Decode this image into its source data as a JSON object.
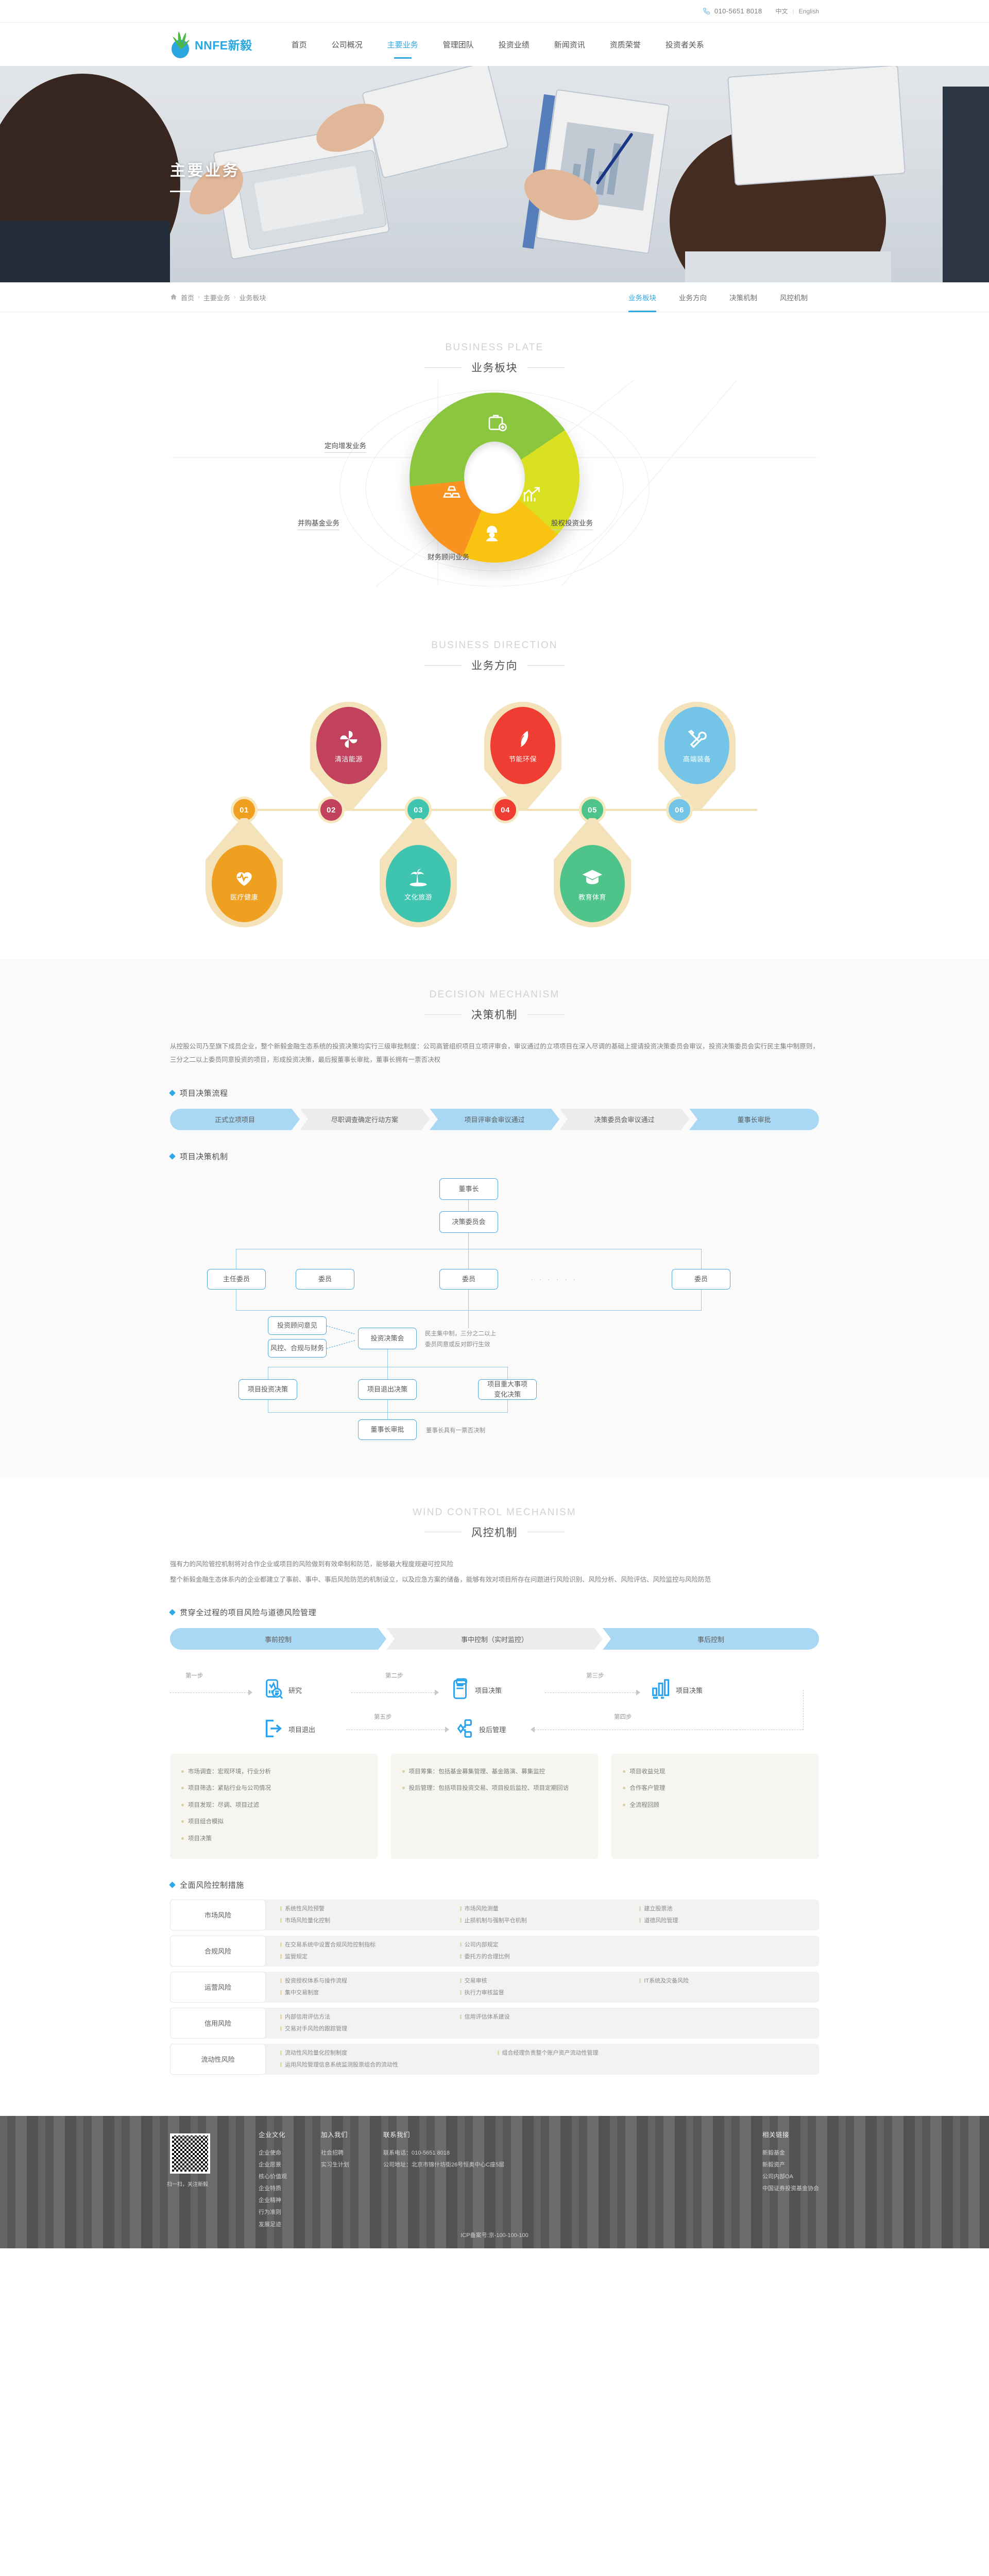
{
  "topbar": {
    "phone_icon": "phone-icon",
    "phone": "010-5651 8018",
    "lang_cn": "中文",
    "lang_sep": "|",
    "lang_en": "English"
  },
  "brand": {
    "logo_text": "NNFE新毅"
  },
  "nav": {
    "items": [
      {
        "label": "首页",
        "active": false
      },
      {
        "label": "公司概况",
        "active": false
      },
      {
        "label": "主要业务",
        "active": true
      },
      {
        "label": "管理团队",
        "active": false
      },
      {
        "label": "投资业绩",
        "active": false
      },
      {
        "label": "新闻资讯",
        "active": false
      },
      {
        "label": "资质荣誉",
        "active": false
      },
      {
        "label": "投资者关系",
        "active": false
      }
    ]
  },
  "hero": {
    "title": "主要业务"
  },
  "breadcrumb": {
    "home_icon": "home-icon",
    "items": [
      "首页",
      "主要业务",
      "业务板块"
    ],
    "sep": "›"
  },
  "subtabs": [
    {
      "label": "业务板块",
      "active": true
    },
    {
      "label": "业务方向",
      "active": false
    },
    {
      "label": "决策机制",
      "active": false
    },
    {
      "label": "风控机制",
      "active": false
    }
  ],
  "plate": {
    "en": "BUSINESS PLATE",
    "cn": "业务板块",
    "segments": [
      {
        "label": "定向增发业务",
        "color": "#8cc63f",
        "icon": "briefcase-plus-icon"
      },
      {
        "label": "股权投资业务",
        "color": "#d9e021",
        "icon": "bar-chart-growth-icon"
      },
      {
        "label": "财务顾问业务",
        "color": "#f9c312",
        "icon": "worker-helmet-icon"
      },
      {
        "label": "并购基金业务",
        "color": "#f7931e",
        "icon": "gold-bars-icon"
      }
    ]
  },
  "direction": {
    "en": "BUSINESS DIRECTION",
    "cn": "业务方向",
    "nodes": [
      {
        "num": "01",
        "label": "医疗健康",
        "color": "#f0a020",
        "icon": "heart-pulse-icon",
        "side": "down"
      },
      {
        "num": "02",
        "label": "清洁能源",
        "color": "#c2415c",
        "icon": "pinwheel-icon",
        "side": "up"
      },
      {
        "num": "03",
        "label": "文化旅游",
        "color": "#3fc4b0",
        "icon": "palm-island-icon",
        "side": "down"
      },
      {
        "num": "04",
        "label": "节能环保",
        "color": "#ef3d33",
        "icon": "leaf-icon",
        "side": "up"
      },
      {
        "num": "05",
        "label": "教育体育",
        "color": "#4ec48a",
        "icon": "graduation-cap-icon",
        "side": "down"
      },
      {
        "num": "06",
        "label": "高端装备",
        "color": "#74c4e8",
        "icon": "wrench-screwdriver-icon",
        "side": "up"
      }
    ]
  },
  "decision": {
    "en": "DECISION MECHANISM",
    "cn": "决策机制",
    "paragraph": "从控股公司乃至旗下成员企业，整个新毅金融生态系统的投资决策均实行三级审批制度：公司高管组织项目立项评审会，审议通过的立项项目在深入尽调的基础上提请投资决策委员会审议，投资决策委员会实行民主集中制原则，三分之二以上委员同意投资的项目，形成投资决策，最后报董事长审批，董事长拥有一票否决权",
    "flow_title": "项目决策流程",
    "flow": [
      {
        "label": "正式立项项目",
        "tone": "blue"
      },
      {
        "label": "尽职调查确定行动方案",
        "tone": "grey"
      },
      {
        "label": "项目评审会审议通过",
        "tone": "blue"
      },
      {
        "label": "决策委员会审议通过",
        "tone": "grey"
      },
      {
        "label": "董事长审批",
        "tone": "blue"
      }
    ],
    "org_title": "项目决策机制",
    "org": {
      "chairman": "董事长",
      "committee": "决策委员会",
      "director_member": "主任委员",
      "member_1": "委员",
      "member_2": "委员",
      "member_last": "委员",
      "dots": "· · · · · ·",
      "advisor_opinion": "投资顾问意见",
      "risk_compliance": "风控、合规与财务",
      "invest_meeting": "投资决策会",
      "note_meeting_line1": "民主集中制，三分之二以上",
      "note_meeting_line2": "委员同意或反对即行生效",
      "decision_invest": "项目投资决策",
      "decision_exit": "项目退出决策",
      "decision_major_line1": "项目重大事项",
      "decision_major_line2": "变化决策",
      "chairman_approval": "董事长审批",
      "note_veto": "董事长具有一票否决制"
    }
  },
  "wind": {
    "en": "WIND CONTROL MECHANISM",
    "cn": "风控机制",
    "paragraph_1": "强有力的风险管控机制将对合作企业或项目的风险做到有效牵制和防范，能够最大程度规避可控风险",
    "paragraph_2": "整个新毅金融生态体系内的企业都建立了事前、事中、事后风险防范的机制设立，以及应急方案的储备，能够有效对项目所存在问题进行风险识别、风险分析、风险评估、风险监控与风险防范",
    "process_title": "贯穿全过程的项目风险与道德风险管理",
    "phases": [
      {
        "label": "事前控制",
        "tone": "blue"
      },
      {
        "label": "事中控制（实时监控）",
        "tone": "grey"
      },
      {
        "label": "事后控制",
        "tone": "blue"
      }
    ],
    "steps": [
      {
        "step": "第一步",
        "name": "研究",
        "icon": "document-search-icon"
      },
      {
        "step": "第二步",
        "name": "项目决策",
        "icon": "server-stack-icon"
      },
      {
        "step": "第三步",
        "name": "项目决策",
        "icon": "bar-chart-icon"
      },
      {
        "step": "第四步",
        "name": "投后管理",
        "icon": "diamond-nodes-icon"
      },
      {
        "step": "第五步",
        "name": "项目退出",
        "icon": "exit-arrow-icon"
      }
    ],
    "cards": [
      {
        "items": [
          "市场调查：宏观环境，行业分析",
          "项目筛选：紧贴行业与公司情况",
          "项目发现：尽调、项目过滤",
          "项目组合模拟",
          "项目决策"
        ]
      },
      {
        "items": [
          "项目筹集：包括基金募集管理、基金路演、募集监控",
          "投后管理：包括项目投资交易、项目投后监控、项目定期回访"
        ]
      },
      {
        "items": [
          "项目收益兑现",
          "合作客户管理",
          "全流程回顾"
        ]
      }
    ],
    "risk_title": "全面风险控制措施",
    "risk_rows": [
      {
        "name": "市场风险",
        "cols": [
          [
            "系统性风险预警",
            "市场风险量化控制"
          ],
          [
            "市场风险测量",
            "止损机制与强制平仓机制"
          ],
          [
            "建立股票池",
            "道德风险管理"
          ]
        ]
      },
      {
        "name": "合规风险",
        "cols": [
          [
            "在交易系统中设置合规风险控制指标",
            "监管规定"
          ],
          [
            "公司内部规定",
            "委托方的合理比例"
          ],
          []
        ]
      },
      {
        "name": "运营风险",
        "cols": [
          [
            "投资授权体系与操作流程",
            "集中交易制度"
          ],
          [
            "交易审核",
            "执行力审核监督"
          ],
          [
            "IT系统及灾备风险"
          ]
        ]
      },
      {
        "name": "信用风险",
        "cols": [
          [
            "内部信用评估方法",
            "交易对手风险的跟踪管理"
          ],
          [
            "信用评估体系建设"
          ],
          []
        ]
      },
      {
        "name": "流动性风险",
        "cols": [
          [
            "流动性风险量化控制制度",
            "运用风险管理信息系统监测股票组合的流动性"
          ],
          [
            "组合经理负责整个账户资产流动性管理"
          ],
          []
        ]
      }
    ]
  },
  "footer": {
    "qr_caption": "扫一扫，关注新毅",
    "columns": [
      {
        "title": "企业文化",
        "links": [
          "企业使命",
          "企业愿景",
          "核心价值观",
          "企业特质",
          "企业精神",
          "行为准则",
          "发展足迹"
        ]
      },
      {
        "title": "加入我们",
        "links": [
          "社会招聘",
          "实习生计划"
        ]
      },
      {
        "title": "联系我们",
        "links": [
          "联系电话：010-5651 8018",
          "公司地址：北京市锦什坊街26号恒奥中心C座5层"
        ]
      },
      {
        "title": "相关链接",
        "links": [
          "新毅基金",
          "新毅资产",
          "公司内部OA",
          "中国证券投资基金协会"
        ]
      }
    ],
    "copyright": "ICP备案号:京-100-100-100"
  }
}
